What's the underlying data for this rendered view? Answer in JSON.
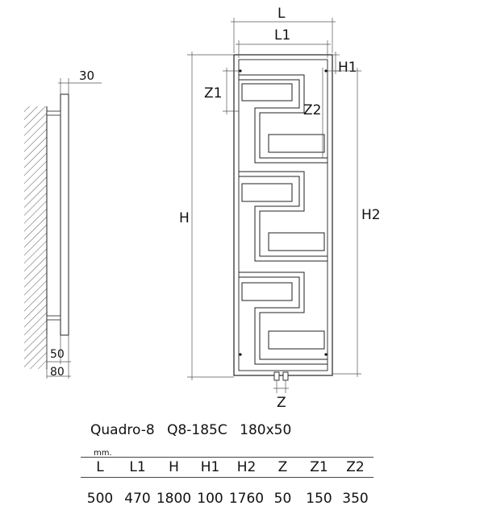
{
  "labels": {
    "L": "L",
    "L1": "L1",
    "H1": "H1",
    "Z1": "Z1",
    "Z2": "Z2",
    "H": "H",
    "H2": "H2",
    "Z": "Z",
    "side_top": "30",
    "side_b1": "50",
    "side_b2": "80"
  },
  "model": {
    "name": "Quadro-8",
    "code": "Q8-185C",
    "size": "180x50"
  },
  "table": {
    "unit": "mm.",
    "headers": [
      "L",
      "L1",
      "H",
      "H1",
      "H2",
      "Z",
      "Z1",
      "Z2"
    ],
    "values": [
      "500",
      "470",
      "1800",
      "100",
      "1760",
      "50",
      "150",
      "350"
    ]
  }
}
